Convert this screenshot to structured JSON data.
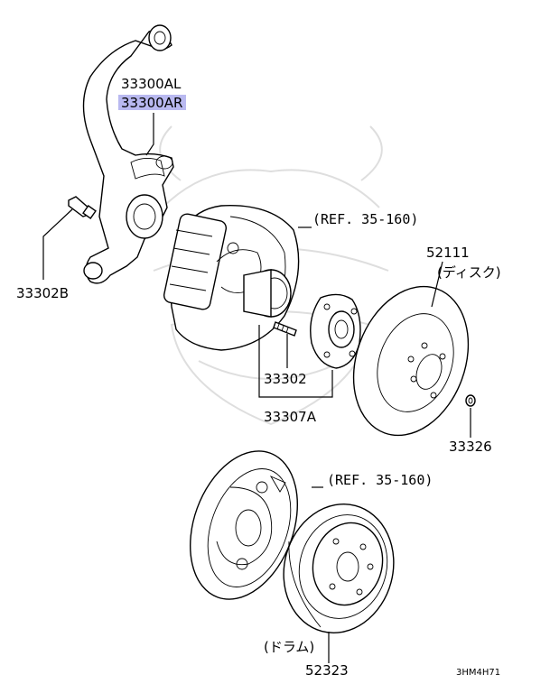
{
  "labels": {
    "knuckle_l": "33300AL",
    "knuckle_r": "33300AR",
    "bolt": "33302B",
    "ref_top": "(REF. 35-160)",
    "ref_bottom": "(REF. 35-160)",
    "disc_no": "52111",
    "disc_jp": "(ディスク)",
    "stud": "33302",
    "hub_assy": "33307A",
    "nut": "33326",
    "drum_jp": "(ドラム)",
    "drum_no": "52323",
    "diagram_code": "3HM4H71"
  },
  "colors": {
    "highlight": "#b9b9f0",
    "line": "#000000",
    "watermark": "#c8c8c8"
  }
}
